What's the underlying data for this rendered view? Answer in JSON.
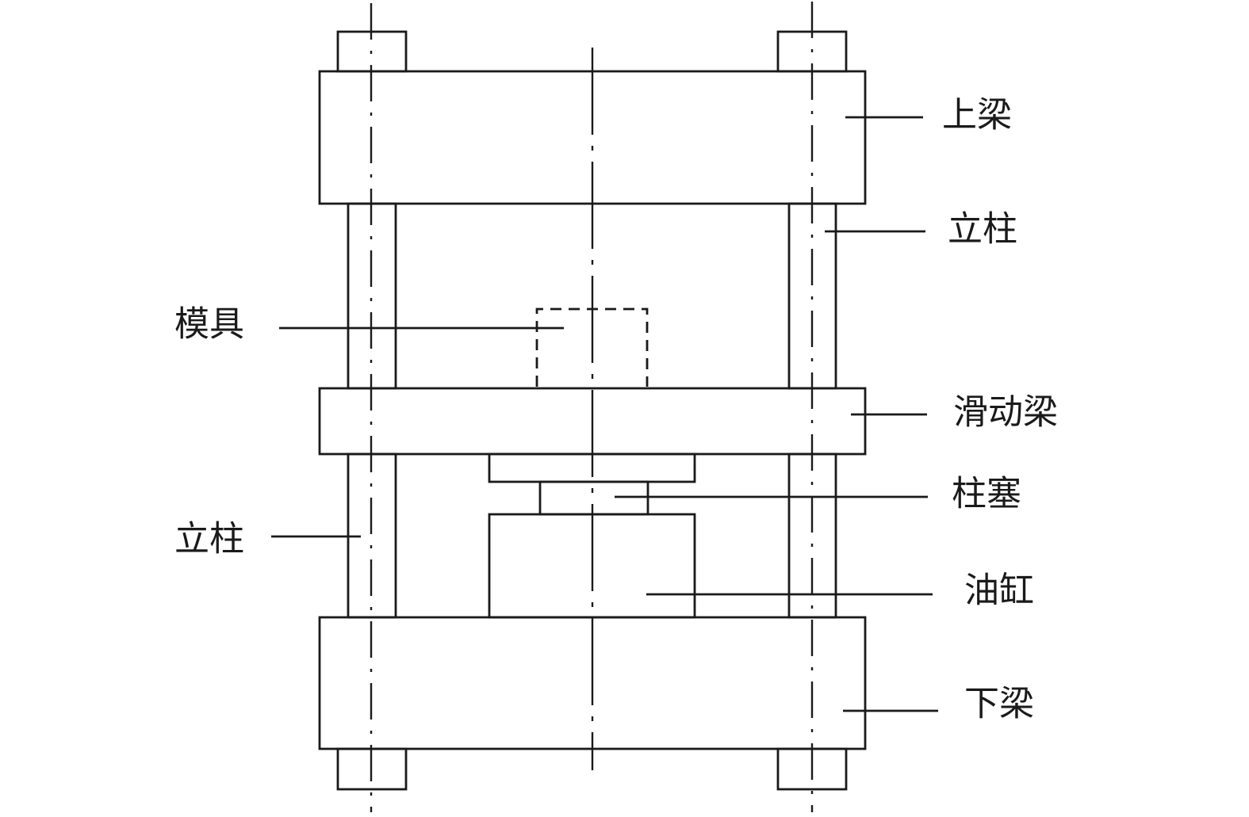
{
  "labels": {
    "top_beam": "上梁",
    "column_right": "立柱",
    "mold": "模具",
    "sliding_beam": "滑动梁",
    "plunger": "柱塞",
    "column_left": "立柱",
    "oil_cylinder": "油缸",
    "bottom_beam": "下梁"
  }
}
